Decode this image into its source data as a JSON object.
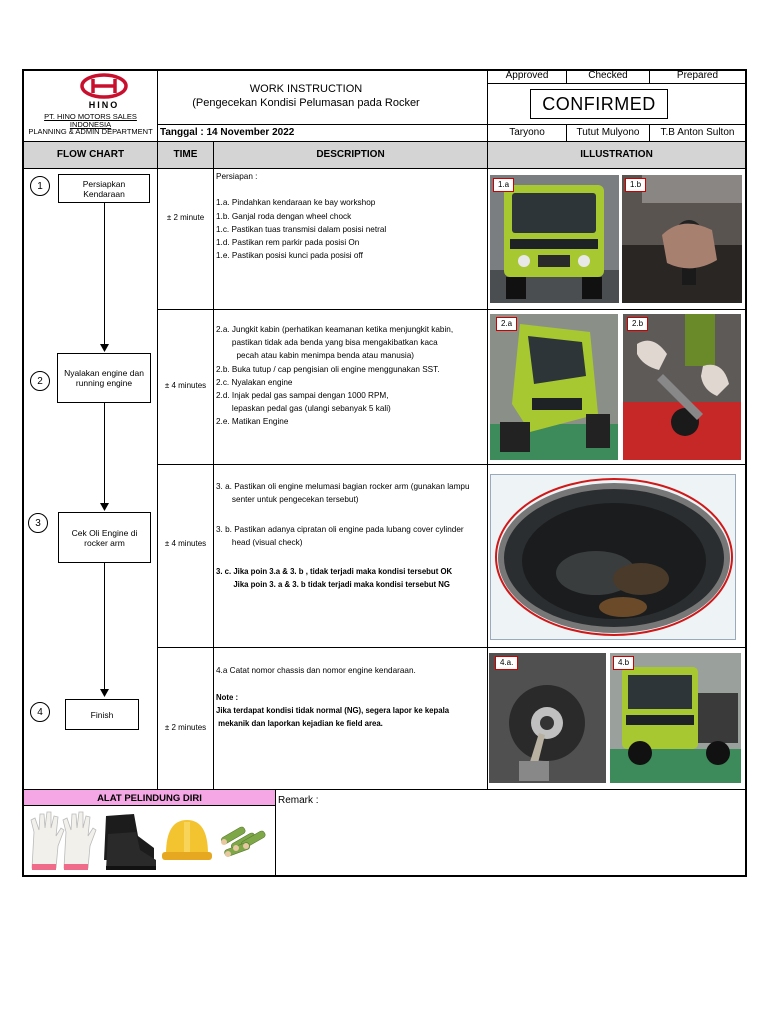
{
  "header": {
    "company": "PT. HINO MOTORS SALES INDONESIA",
    "department": "PLANNING & ADMIN DEPARTMENT",
    "brand": "HINO",
    "title": "WORK INSTRUCTION",
    "subtitle": "(Pengecekan Kondisi Pelumasan pada Rocker",
    "date": "Tanggal : 14 November 2022",
    "approved_label": "Approved",
    "checked_label": "Checked",
    "prepared_label": "Prepared",
    "stamp": "CONFIRMED",
    "approved_name": "Taryono",
    "checked_name": "Tutut Mulyono",
    "prepared_name": "T.B Anton Sulton"
  },
  "columns": {
    "flow": "FLOW CHART",
    "time": "TIME",
    "description": "DESCRIPTION",
    "illustration": "ILLUSTRATION"
  },
  "steps": [
    {
      "num": "1",
      "flow_label": "Persiapkan\nKendaraan",
      "time": "± 2 minute",
      "desc": "Persiapan :\n\n1.a. Pindahkan kendaraan ke bay workshop\n1.b. Ganjal roda dengan wheel chock\n1.c. Pastikan tuas transmisi dalam posisi netral\n1.d. Pastikan rem parkir pada posisi On\n1.e. Pastikan posisi kunci pada posisi off",
      "tags": [
        "1.a",
        "1.b"
      ]
    },
    {
      "num": "2",
      "flow_label": "Nyalakan engine dan\nrunning engine",
      "time": "± 4 minutes",
      "desc": "2.a. Jungkit kabin (perhatikan keamanan ketika menjungkit kabin,\n       pastikan tidak ada benda yang bisa mengakibatkan kaca\n         pecah atau kabin menimpa benda atau manusia)\n2.b. Buka tutup / cap pengisian oli engine menggunakan SST.\n2.c. Nyalakan engine\n2.d. Injak pedal gas sampai dengan 1000 RPM,\n       lepaskan pedal gas (ulangi sebanyak 5 kali)\n2.e. Matikan Engine",
      "tags": [
        "2.a",
        "2.b"
      ]
    },
    {
      "num": "3",
      "flow_label": "Cek Oli Engine di\nrocker arm",
      "time": "± 4 minutes",
      "desc_a": "3. a. Pastikan oli engine melumasi bagian rocker arm (gunakan lampu\n       senter untuk pengecekan tersebut)",
      "desc_b": "3. b. Pastikan adanya cipratan oli engine pada lubang cover cylinder\n       head (visual check)",
      "desc_c": "3. c. Jika poin 3.a & 3. b , tidak terjadi maka kondisi tersebut OK\n        Jika poin 3. a & 3. b tidak terjadi maka kondisi tersebut NG"
    },
    {
      "num": "4",
      "flow_label": "Finish",
      "time": "± 2 minutes",
      "desc_a": "4.a Catat nomor chassis dan nomor engine kendaraan.",
      "note": "Note :\nJika terdapat kondisi tidak normal (NG), segera lapor ke kepala\n mekanik dan laporkan kejadian ke field area.",
      "tags": [
        "4.a.",
        "4.b"
      ]
    }
  ],
  "footer": {
    "ppe_label": "ALAT PELINDUNG DIRI",
    "remark_label": "Remark :",
    "ppe_items": [
      "gloves-icon",
      "safety-shoes-icon",
      "helmet-icon",
      "earplug-icon"
    ]
  },
  "colors": {
    "header_gray": "#d4d4d4",
    "ppe_pink": "#f4a7e4",
    "hino_red": "#c8102e",
    "truck_green": "#a8c832"
  }
}
